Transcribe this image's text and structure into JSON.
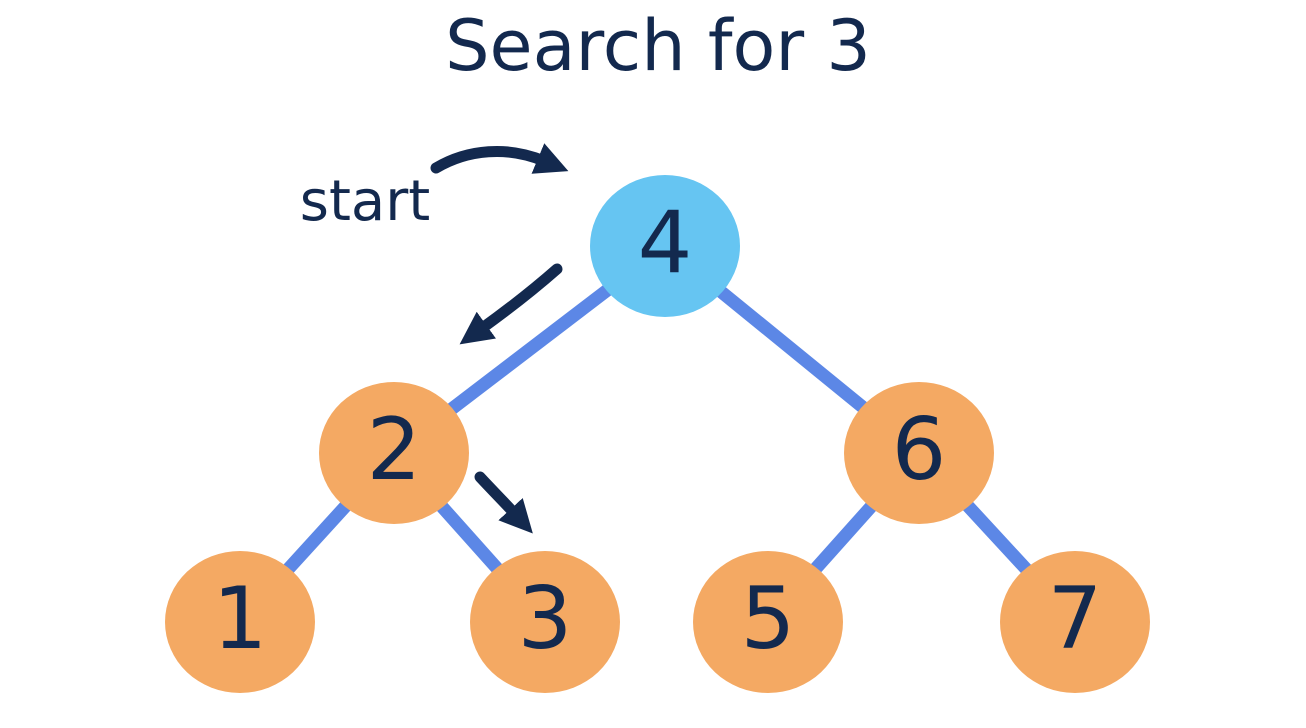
{
  "title": "Search for 3",
  "annotations": {
    "start_label": "start"
  },
  "palette": {
    "background": "#ffffff",
    "text": "#13294e",
    "arrow": "#13294e",
    "edge": "#5c87e6",
    "node_fill": "#f4a963",
    "node_highlight_fill": "#66c5f2"
  },
  "tree": {
    "type": "binary-search-tree",
    "search_target": "3",
    "search_path": [
      "4",
      "2",
      "3"
    ],
    "nodes": [
      {
        "value": "4",
        "state": "current-start"
      },
      {
        "value": "2",
        "state": "default"
      },
      {
        "value": "6",
        "state": "default"
      },
      {
        "value": "1",
        "state": "default"
      },
      {
        "value": "3",
        "state": "default"
      },
      {
        "value": "5",
        "state": "default"
      },
      {
        "value": "7",
        "state": "default"
      }
    ],
    "edges": [
      [
        "4",
        "2"
      ],
      [
        "4",
        "6"
      ],
      [
        "2",
        "1"
      ],
      [
        "2",
        "3"
      ],
      [
        "6",
        "5"
      ],
      [
        "6",
        "7"
      ]
    ]
  }
}
